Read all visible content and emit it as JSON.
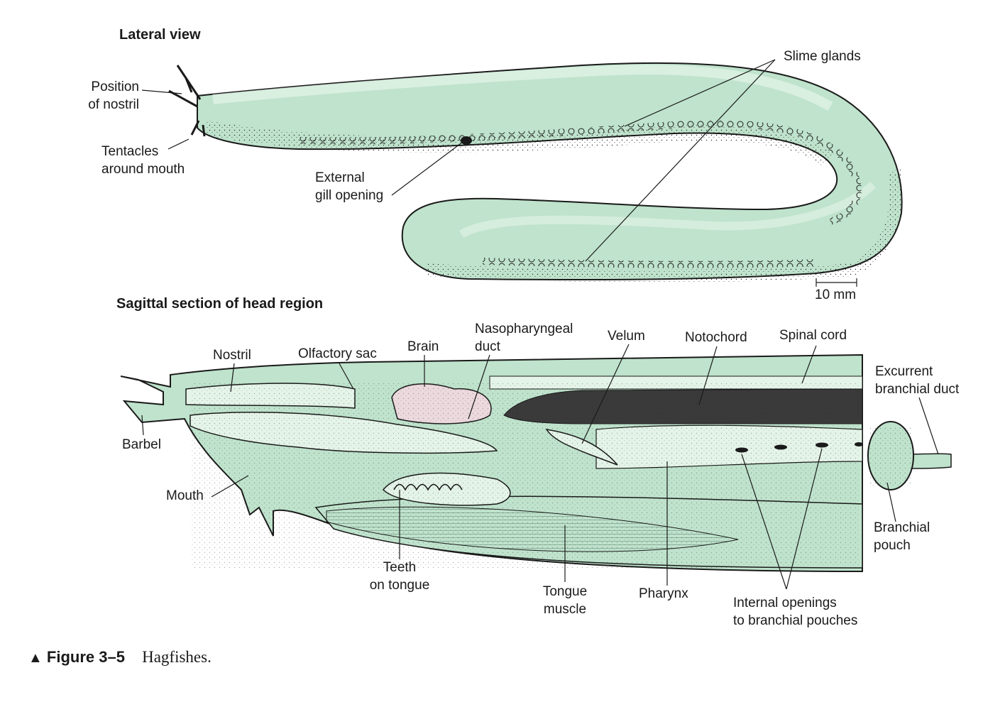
{
  "headings": {
    "lateral_view": "Lateral view",
    "sagittal_section": "Sagittal section of head region"
  },
  "lateral_labels": {
    "position_of_nostril": [
      "Position",
      "of nostril"
    ],
    "tentacles_around_mouth": [
      "Tentacles",
      "around mouth"
    ],
    "external_gill_opening": [
      "External",
      "gill opening"
    ],
    "slime_glands": "Slime glands",
    "scale_bar": "10 mm"
  },
  "sagittal_labels": {
    "nostril": "Nostril",
    "olfactory_sac": "Olfactory sac",
    "brain": "Brain",
    "nasopharyngeal_duct": [
      "Nasopharyngeal",
      "duct"
    ],
    "velum": "Velum",
    "notochord": "Notochord",
    "spinal_cord": "Spinal cord",
    "excurrent_branchial_duct": [
      "Excurrent",
      "branchial duct"
    ],
    "barbel": "Barbel",
    "mouth": "Mouth",
    "teeth_on_tongue": [
      "Teeth",
      "on tongue"
    ],
    "tongue_muscle": [
      "Tongue",
      "muscle"
    ],
    "pharynx": "Pharynx",
    "internal_openings": [
      "Internal openings",
      "to branchial pouches"
    ],
    "branchial_pouch": [
      "Branchial",
      "pouch"
    ]
  },
  "caption": {
    "marker": "▲",
    "figure_number": "Figure 3–5",
    "description": "Hagfishes."
  },
  "colors": {
    "body_fill": "#bfe3cc",
    "body_light": "#e4f4e8",
    "notochord": "#3a3a3a",
    "brain_fill": "#ecd9de",
    "outline": "#1a1a1a"
  }
}
